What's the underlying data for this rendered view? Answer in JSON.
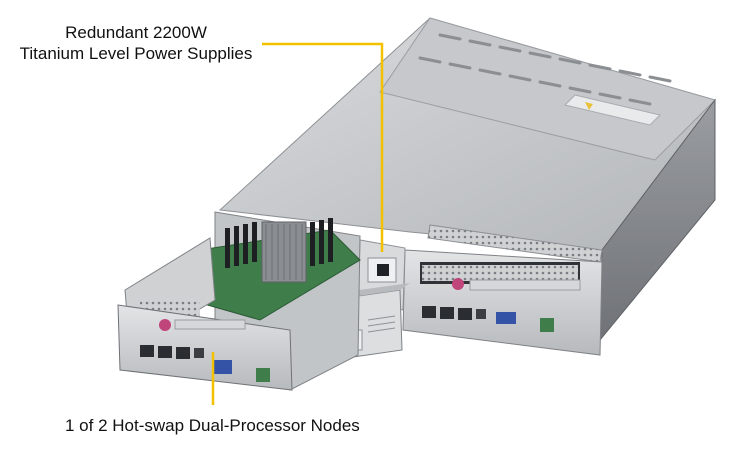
{
  "callouts": {
    "power_supplies": {
      "line1": "Redundant 2200W",
      "line2": "Titanium Level Power Supplies"
    },
    "node": {
      "text": "1 of 2 Hot-swap Dual-Processor Nodes"
    }
  },
  "colors": {
    "leader_line": "#f2c200",
    "chassis_light": "#c9cbcd",
    "chassis_mid": "#a7aaad",
    "chassis_dark": "#6f7276",
    "pcb_green": "#3f7d4a",
    "rj45_port": "#2a2d31",
    "vga_blue": "#3553a6",
    "release_latch": "#c0457a"
  },
  "icons": [
    "server-chassis-illustration",
    "power-supply-module",
    "server-node-tray"
  ]
}
